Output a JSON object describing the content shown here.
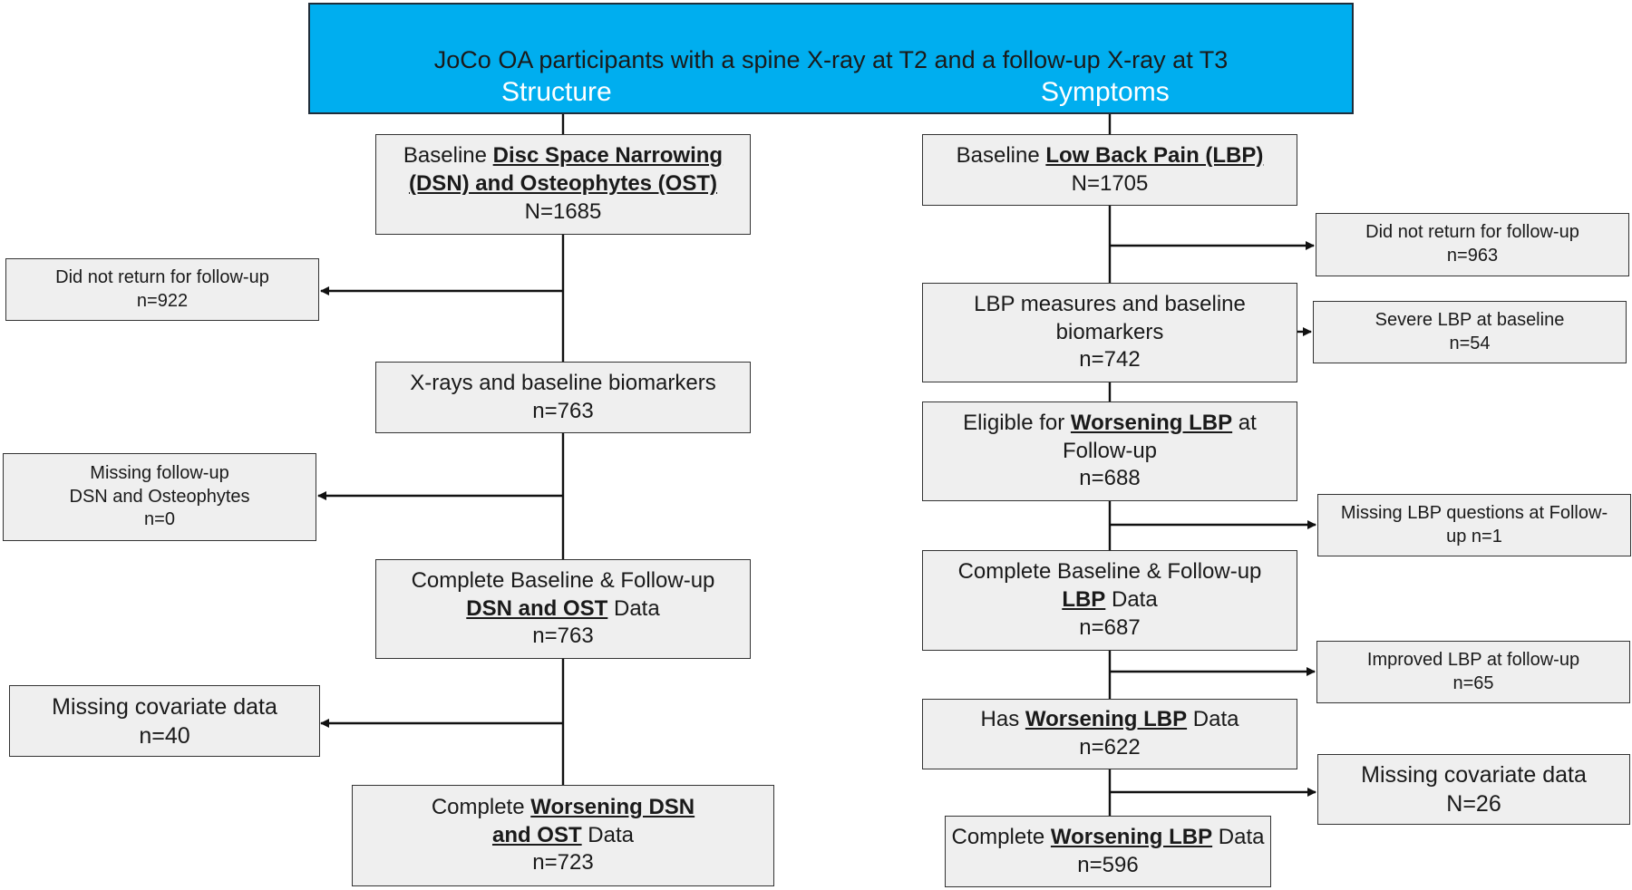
{
  "header": {
    "title": "JoCo OA participants with a spine X-ray at T2 and a follow-up X-ray at T3",
    "structure_label": "Structure",
    "symptoms_label": "Symptoms"
  },
  "structure": {
    "baseline": {
      "l1_pre": "Baseline ",
      "l1_u": "Disc Space Narrowing",
      "l2_u": "(DSN) and Osteophytes (OST)",
      "n": "N=1685"
    },
    "no_return": {
      "l1": "Did not return for follow-up",
      "n": "n=922"
    },
    "xrays": {
      "l1": "X-rays and baseline biomarkers",
      "n": "n=763"
    },
    "missing_fu": {
      "l1": "Missing follow-up",
      "l2": "DSN and Osteophytes",
      "n": "n=0"
    },
    "complete": {
      "l1": "Complete Baseline & Follow-up",
      "l2_u": "DSN and OST",
      "l2_post": " Data",
      "n": "n=763"
    },
    "missing_cov": {
      "l1": "Missing covariate data",
      "n": "n=40"
    },
    "final": {
      "l1_pre": "Complete ",
      "l1_u": "Worsening DSN",
      "l2_u": "and OST",
      "l2_post": " Data",
      "n": "n=723"
    }
  },
  "symptoms": {
    "baseline": {
      "l1_pre": "Baseline ",
      "l1_u": "Low Back Pain (LBP)",
      "n": "N=1705"
    },
    "no_return": {
      "l1": "Did not return for follow-up",
      "n": "n=963"
    },
    "measures": {
      "l1": "LBP measures and baseline",
      "l2": "biomarkers",
      "n": "n=742"
    },
    "severe": {
      "l1": "Severe LBP at baseline",
      "n": "n=54"
    },
    "eligible": {
      "l1_pre": "Eligible for ",
      "l1_u": "Worsening LBP",
      "l1_post": " at",
      "l2": "Follow-up",
      "n": "n=688"
    },
    "missing_q": {
      "l1": "Missing LBP questions at Follow-",
      "l2": "up n=1"
    },
    "complete": {
      "l1": "Complete Baseline & Follow-up",
      "l2_u": "LBP",
      "l2_post": " Data",
      "n": "n=687"
    },
    "improved": {
      "l1": "Improved LBP at follow-up",
      "n": "n=65"
    },
    "has_worsening": {
      "l1_pre": "Has ",
      "l1_u": "Worsening LBP",
      "l1_post": " Data",
      "n": "n=622"
    },
    "missing_cov": {
      "l1": "Missing covariate data",
      "n": "N=26"
    },
    "final": {
      "l1_pre": "Complete ",
      "l1_u": "Worsening LBP",
      "l1_post": " Data",
      "n": "n=596"
    }
  }
}
